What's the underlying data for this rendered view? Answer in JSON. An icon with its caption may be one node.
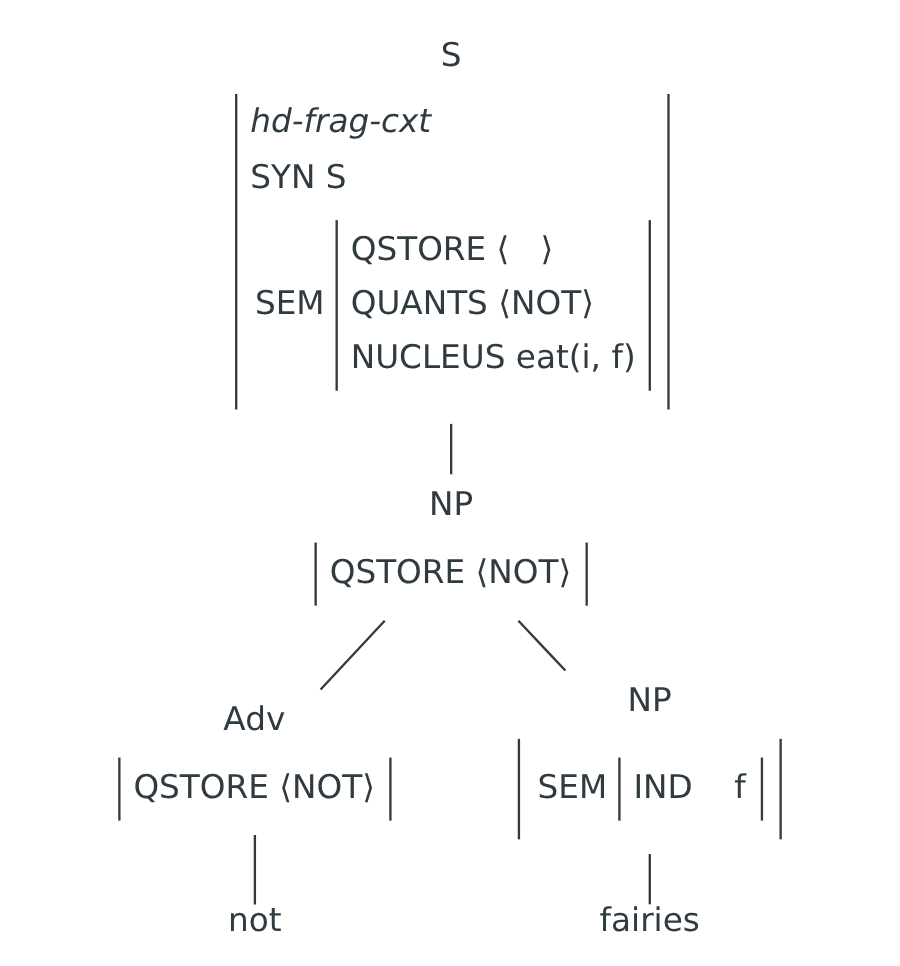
{
  "diagram": {
    "nodes": [
      {
        "text": [
          "S",
          "hd-frag-cxt",
          "SYN S",
          "SEM",
          "QSTORE ⟨   ⟩",
          "QUANTS ⟨NOT⟩",
          "NUCLEUS eat(i, f)"
        ]
      },
      {
        "text": [
          "NP",
          "QSTORE ⟨NOT⟩"
        ]
      },
      {
        "text": [
          "Adv",
          "QSTORE ⟨NOT⟩"
        ]
      },
      {
        "text": [
          "NP",
          "SEM",
          "IND    f"
        ]
      },
      {
        "text": [
          "not"
        ]
      },
      {
        "text": [
          "fairies"
        ]
      }
    ],
    "edges": [
      {
        "from": 0,
        "to": 1,
        "arrow": "none"
      },
      {
        "from": 1,
        "to": 2,
        "arrow": "none"
      },
      {
        "from": 1,
        "to": 3,
        "arrow": "none"
      },
      {
        "from": 2,
        "to": 4,
        "arrow": "none"
      },
      {
        "from": 3,
        "to": 5,
        "arrow": "none"
      }
    ]
  }
}
